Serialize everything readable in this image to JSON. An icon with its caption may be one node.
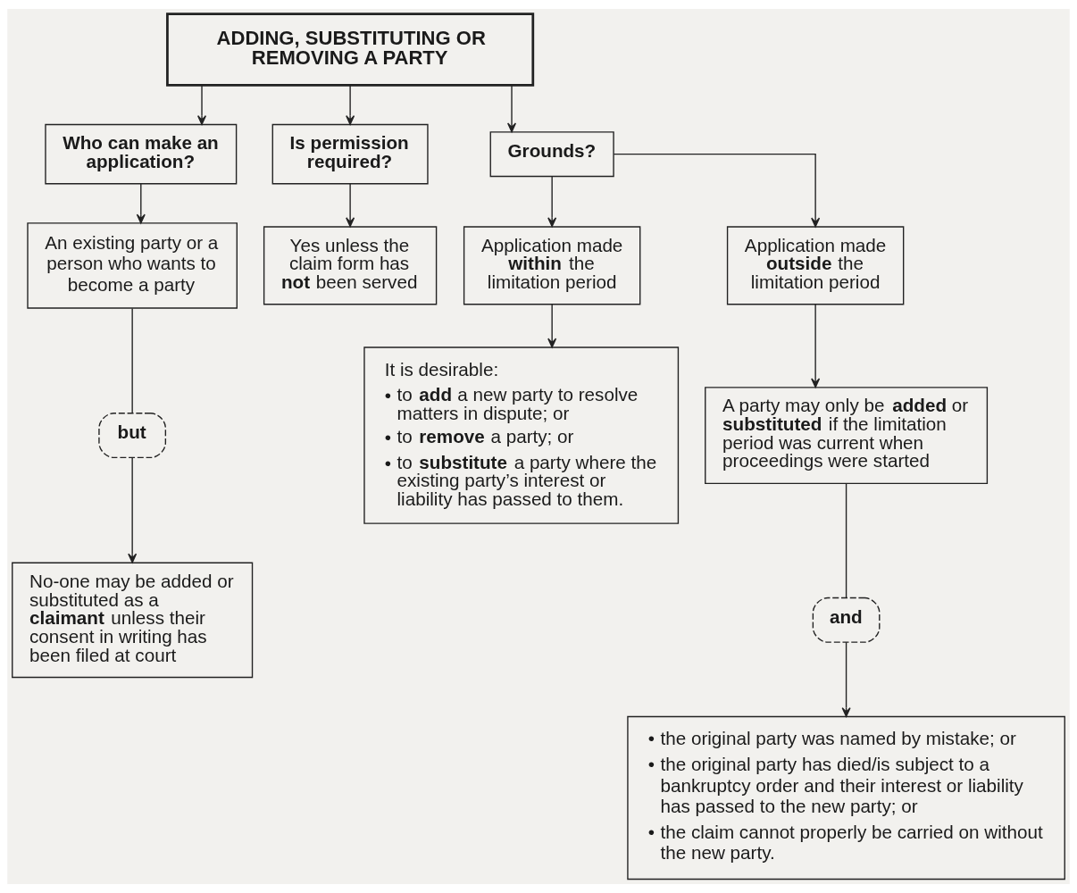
{
  "diagram": {
    "nodes": [
      {
        "text": [
          "ADDING, SUBSTITUTING OR REMOVING A PARTY"
        ]
      },
      {
        "text": [
          "Who can make an application?"
        ]
      },
      {
        "text": [
          "Is permission required?"
        ]
      },
      {
        "text": [
          "Grounds?"
        ]
      },
      {
        "text": [
          "An existing party or a person who wants to become a party"
        ]
      },
      {
        "text": [
          "Yes unless the claim form has **not** been served"
        ]
      },
      {
        "text": [
          "Application made **within** the limitation period"
        ]
      },
      {
        "text": [
          "Application made **outside** the limitation period"
        ]
      },
      {
        "text": [
          "but"
        ]
      },
      {
        "text": [
          "It is desirable:",
          "• to **add** a new party to resolve matters in dispute; or",
          "• to **remove** a party; or",
          "• to **substitute** a party where the existing party’s interest or liability has passed to them."
        ]
      },
      {
        "text": [
          "A party may only be **added** or **substituted** if the limitation period was current when proceedings were started"
        ]
      },
      {
        "text": [
          "No-one may be added or substituted as a **claimant** unless their consent in writing has been filed at court"
        ]
      },
      {
        "text": [
          "and"
        ]
      },
      {
        "text": [
          "• the original party was named by mistake; or",
          "• the original party has died/is subject to a bankruptcy order and their interest or liability has passed to the new party; or",
          "• the claim cannot properly be carried on without the new party."
        ]
      }
    ],
    "edges": [
      {
        "from": 0,
        "to": 1,
        "arrow": "to"
      },
      {
        "from": 0,
        "to": 2,
        "arrow": "to"
      },
      {
        "from": 0,
        "to": 3,
        "arrow": "to"
      },
      {
        "from": 1,
        "to": 4,
        "arrow": "to"
      },
      {
        "from": 2,
        "to": 5,
        "arrow": "to"
      },
      {
        "from": 3,
        "to": 6,
        "arrow": "to"
      },
      {
        "from": 3,
        "to": 7,
        "arrow": "to"
      },
      {
        "from": 4,
        "to": 8,
        "arrow": "none"
      },
      {
        "from": 6,
        "to": 9,
        "arrow": "to"
      },
      {
        "from": 7,
        "to": 10,
        "arrow": "to"
      },
      {
        "from": 8,
        "to": 11,
        "arrow": "to"
      },
      {
        "from": 10,
        "to": 12,
        "arrow": "none"
      },
      {
        "from": 12,
        "to": 13,
        "arrow": "to"
      }
    ]
  }
}
